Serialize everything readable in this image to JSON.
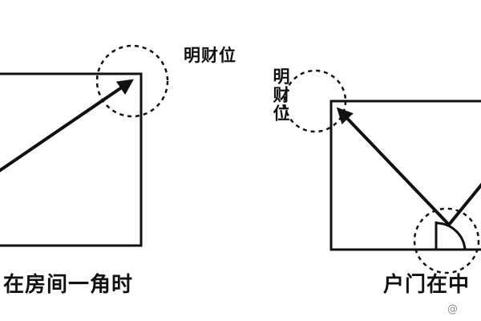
{
  "left_diagram": {
    "wealth_label": "明财位",
    "caption": "在房间一角时"
  },
  "right_diagram": {
    "wealth_label": "明财位",
    "caption": "户门在中"
  },
  "watermark": "@",
  "colors": {
    "ink": "#111111",
    "background": "#ffffff"
  }
}
